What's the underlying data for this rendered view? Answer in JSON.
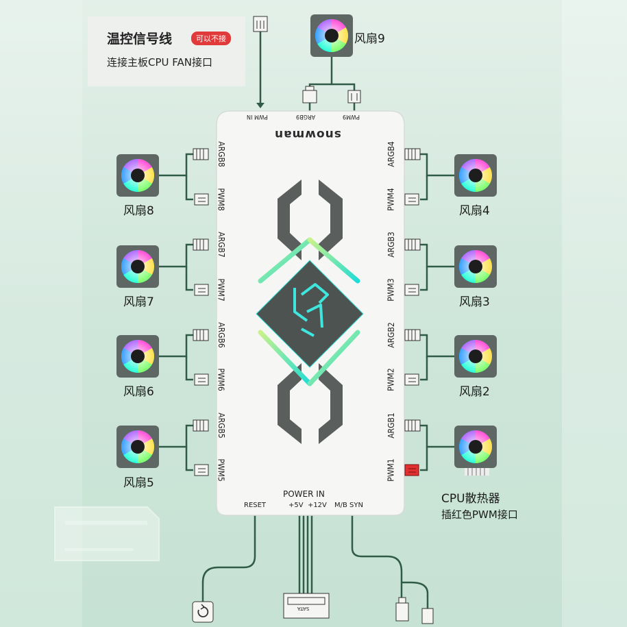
{
  "signal_card": {
    "title": "温控信号线",
    "badge": "可以不接",
    "subtitle": "连接主板CPU FAN接口"
  },
  "hub": {
    "brand": "snowman",
    "top_ports": [
      "PWM IN",
      "ARGB9",
      "PWM9"
    ],
    "left_ports": [
      "ARGB8",
      "PWM8",
      "ARGB7",
      "PWM7",
      "ARGB6",
      "PWM6",
      "ARGB5",
      "PWM5"
    ],
    "right_ports": [
      "ARGB4",
      "PWM4",
      "ARGB3",
      "PWM3",
      "ARGB2",
      "PWM2",
      "ARGB1",
      "PWM1"
    ],
    "bottom": {
      "power_title": "POWER IN",
      "reset": "RESET",
      "power_voltages": "+5V  +12V",
      "mb_syn": "M/B SYN",
      "sata": "SATA"
    }
  },
  "fans": {
    "fan9": "风扇9",
    "fan8": "风扇8",
    "fan7": "风扇7",
    "fan6": "风扇6",
    "fan5": "风扇5",
    "fan4": "风扇4",
    "fan3": "风扇3",
    "fan2": "风扇2"
  },
  "cpu_cooler": {
    "title": "CPU散热器",
    "note": "插红色PWM接口"
  },
  "colors": {
    "background": "#cfe5da",
    "hub_body": "#f6f7f5",
    "cable": "#2f5b47",
    "accent_cyan": "#2fe0d6",
    "pwm1_highlight": "#e03030",
    "fan_bezel": "#5f6764"
  }
}
